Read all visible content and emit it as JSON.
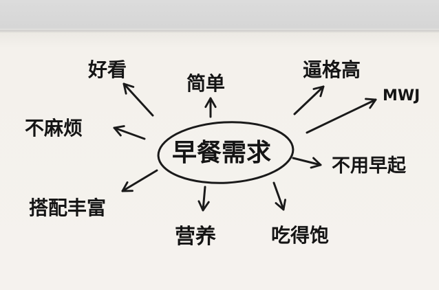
{
  "center": {
    "label": "早餐需求"
  },
  "branches": [
    {
      "id": "haokan",
      "label": "好看"
    },
    {
      "id": "jiandan",
      "label": "简单"
    },
    {
      "id": "bimahuan",
      "label": "不麻烦"
    },
    {
      "id": "dapei",
      "label": "搭配丰富"
    },
    {
      "id": "yingyang",
      "label": "营养"
    },
    {
      "id": "chidebao",
      "label": "吃得饱"
    },
    {
      "id": "buyongzaoqi",
      "label": "不用早起"
    },
    {
      "id": "mwj",
      "label": "MWJ"
    },
    {
      "id": "biggao",
      "label": "逼格高"
    }
  ]
}
